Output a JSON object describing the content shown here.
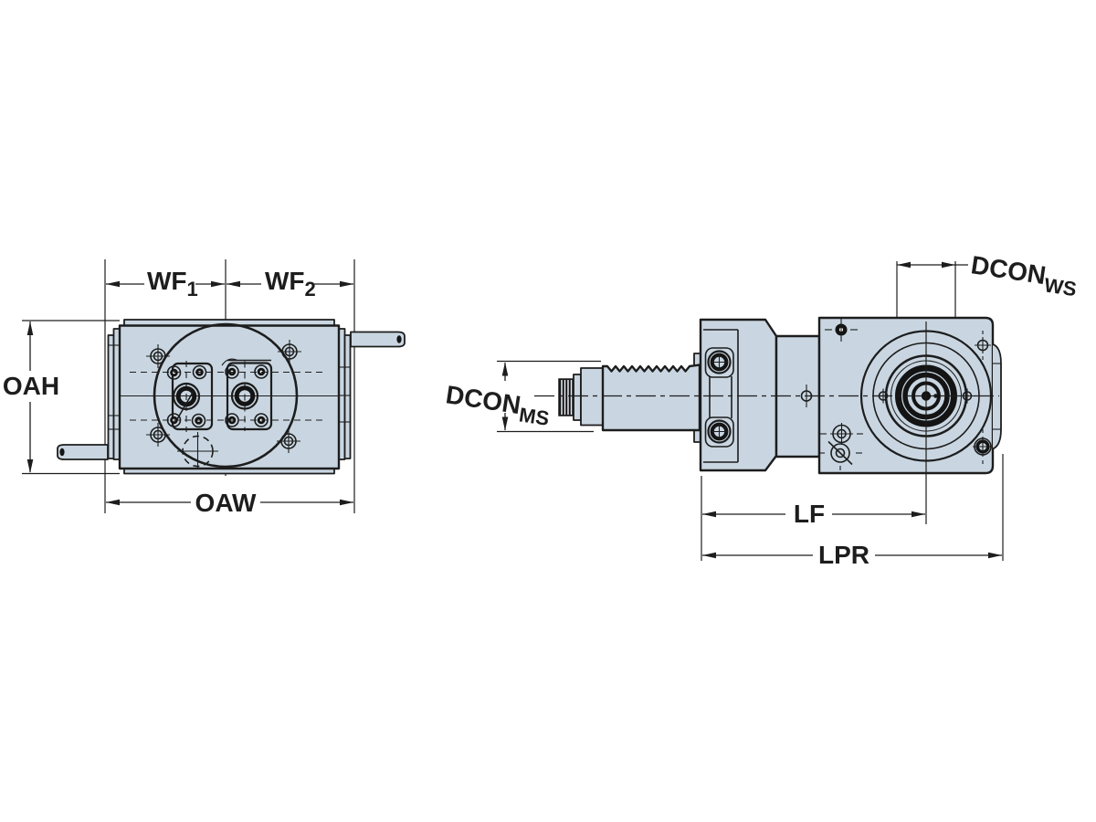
{
  "drawing": {
    "background": "#ffffff",
    "body_fill": "#c9d6e1",
    "line_color": "#1d1d1d",
    "dark_fill": "#141414"
  },
  "dimensions": {
    "wf1": {
      "label": "WF",
      "sub": "1"
    },
    "wf2": {
      "label": "WF",
      "sub": "2"
    },
    "oah": {
      "label": "OAH"
    },
    "oaw": {
      "label": "OAW"
    },
    "dcon_ws": {
      "label": "DCON",
      "sub": "WS"
    },
    "dcon_ms": {
      "label": "DCON",
      "sub": "MS"
    },
    "lf": {
      "label": "LF"
    },
    "lpr": {
      "label": "LPR"
    }
  }
}
